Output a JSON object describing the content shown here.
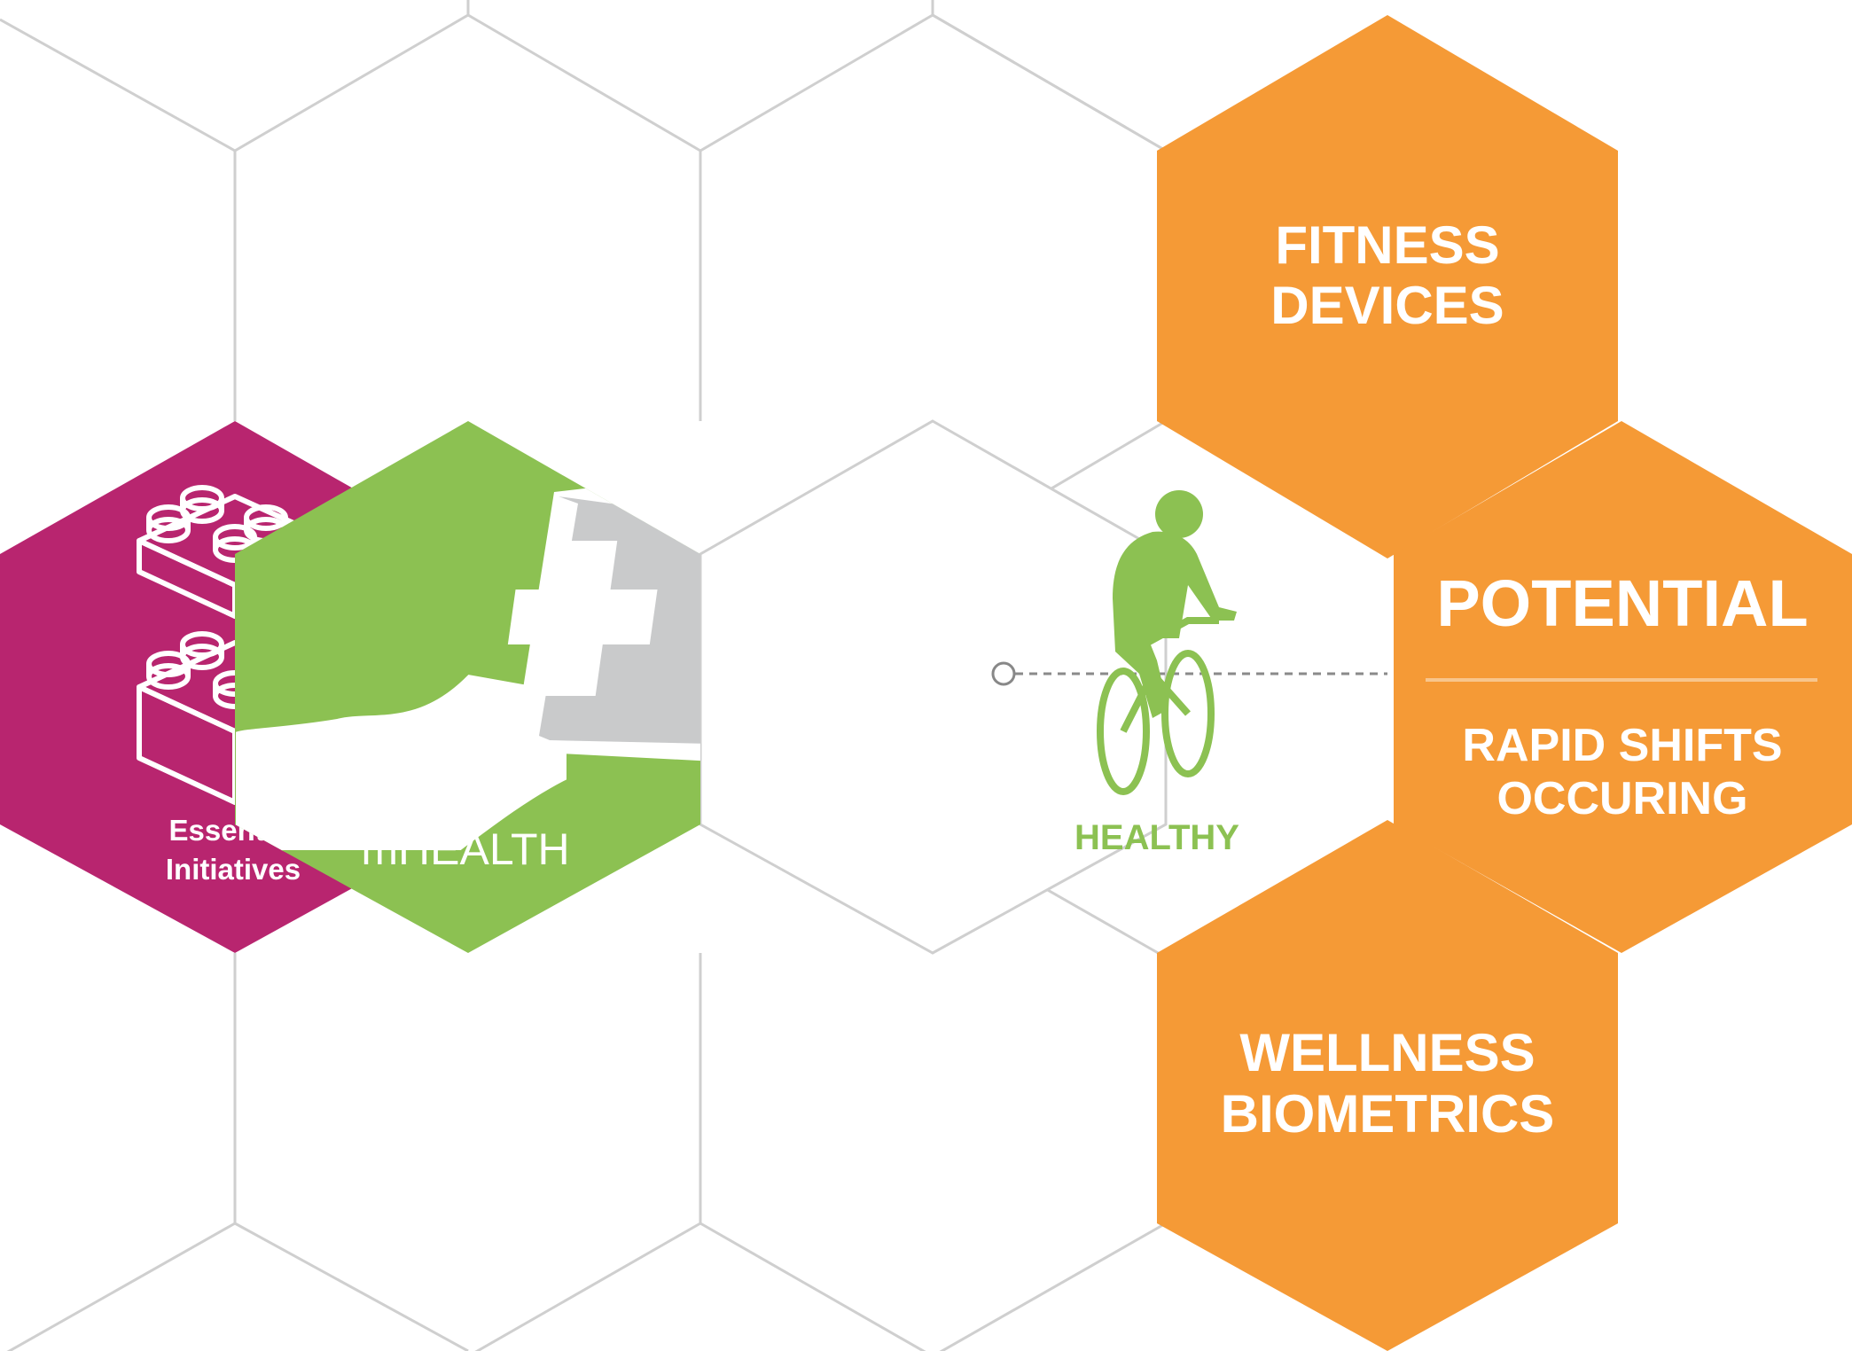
{
  "colors": {
    "purple": "#b8256f",
    "green": "#8cc152",
    "orange": "#f59a36",
    "grid_line": "#cfcfcf",
    "tablet_gray": "#c9cacb",
    "bike_green": "#8cc152",
    "white": "#ffffff"
  },
  "hexes": {
    "essential": {
      "label_line1": "Essential",
      "label_line2": "Initiatives",
      "icon": "building-blocks-icon"
    },
    "mhealth": {
      "label": "mHEALTH",
      "icon": "tablet-medical-cross-icon"
    },
    "healthy": {
      "label": "HEALTHY",
      "icon": "cyclist-icon"
    },
    "fitness": {
      "line1": "FITNESS",
      "line2": "DEVICES"
    },
    "potential": {
      "title": "POTENTIAL",
      "sub_line1": "RAPID SHIFTS",
      "sub_line2": "OCCURING"
    },
    "wellness": {
      "line1": "WELLNESS",
      "line2": "BIOMETRICS"
    }
  }
}
